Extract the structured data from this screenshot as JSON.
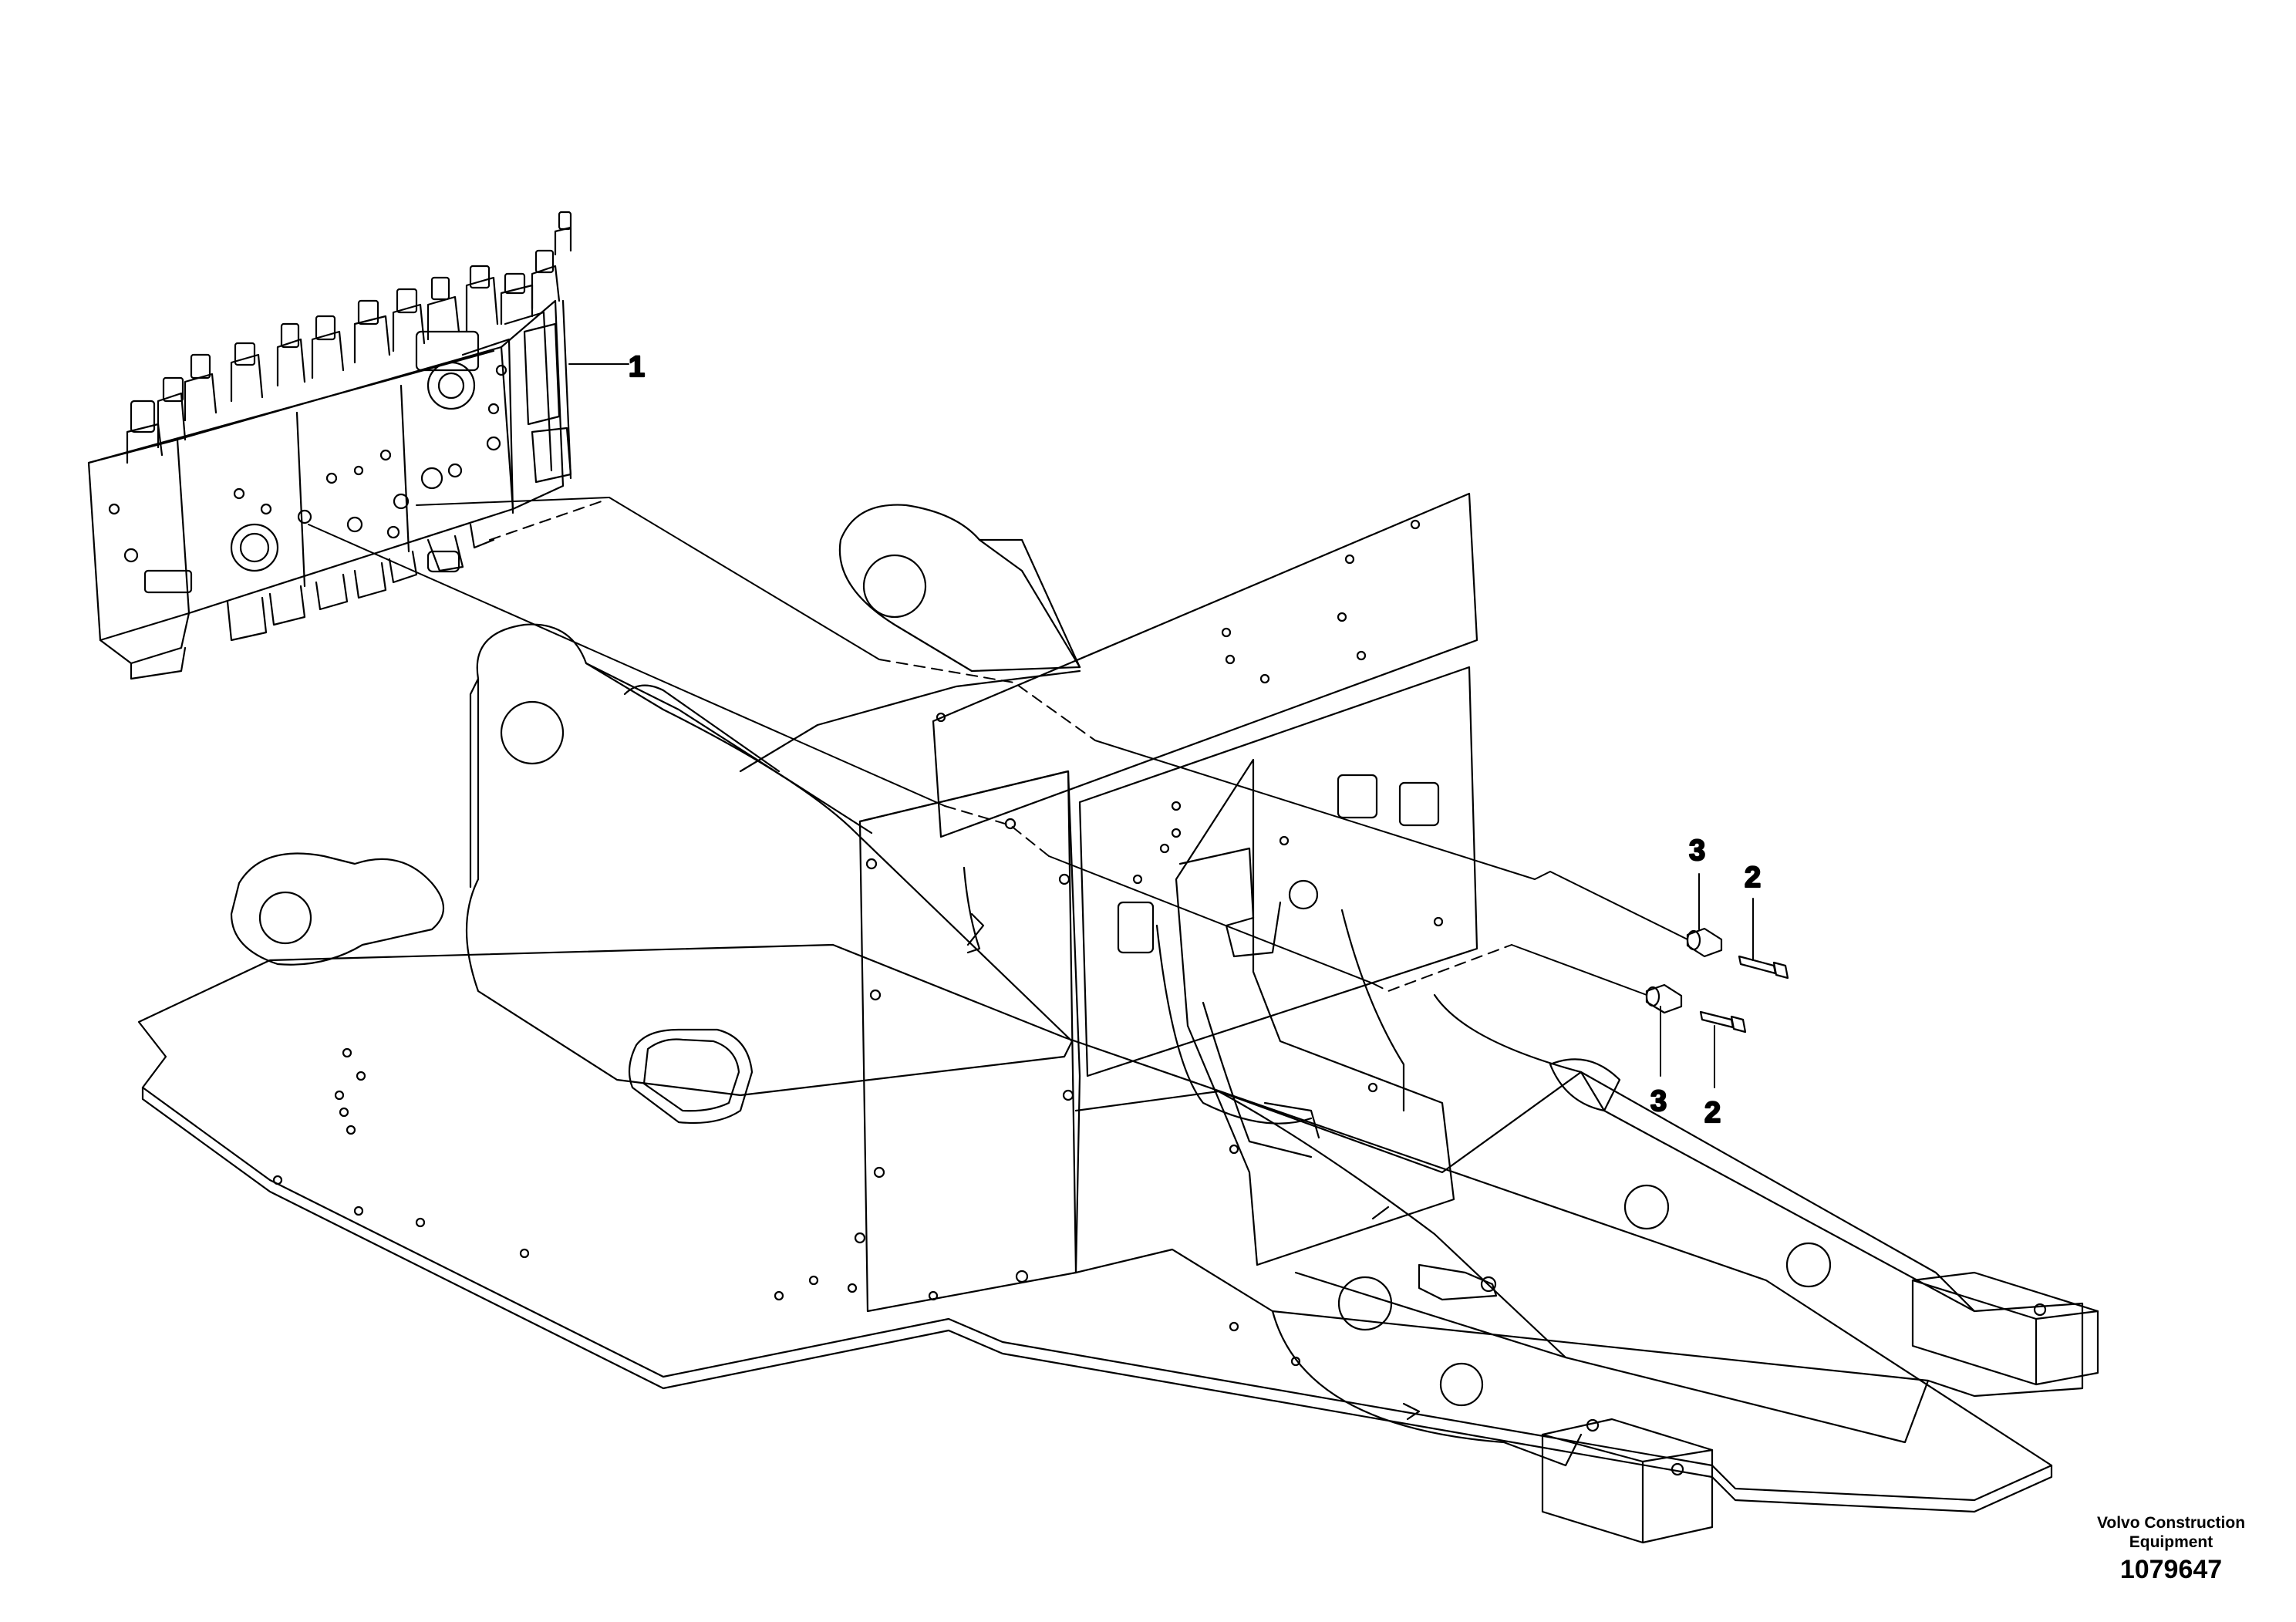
{
  "callouts": {
    "part_1": "1",
    "part_2_upper": "2",
    "part_3_upper": "3",
    "part_2_lower": "2",
    "part_3_lower": "3"
  },
  "footer": {
    "maker_line1": "Volvo Construction",
    "maker_line2": "Equipment",
    "document_number": "1079647"
  },
  "colors": {
    "line": "#000000",
    "background": "#ffffff"
  }
}
